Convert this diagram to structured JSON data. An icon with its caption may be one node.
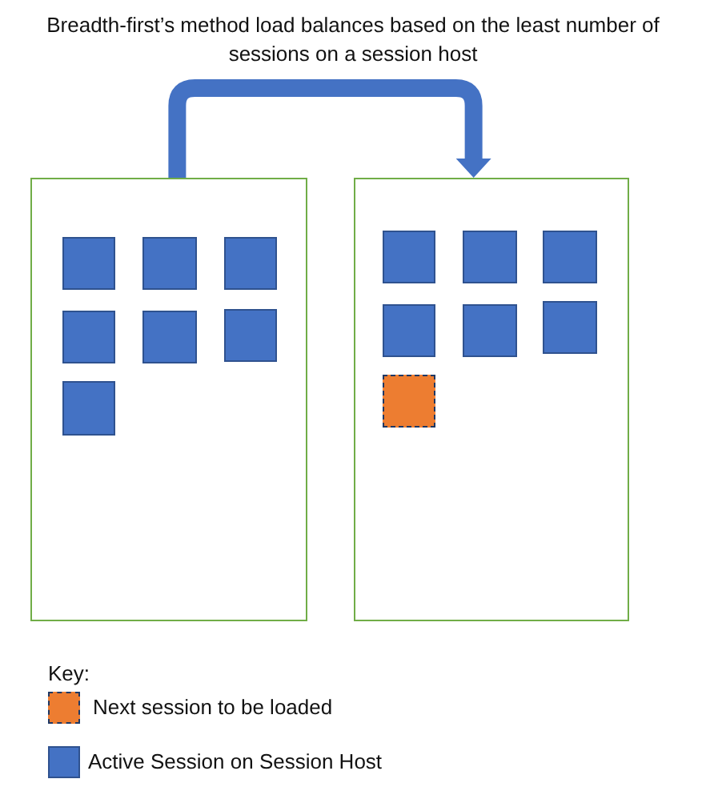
{
  "diagram": {
    "title": "Breadth-first’s method load balances based on the least number of sessions on a session host",
    "nodes": [
      {
        "text": [],
        "shape": "box"
      },
      {
        "text": [],
        "shape": "box",
        "in": 0
      },
      {
        "text": [],
        "shape": "box",
        "in": 0
      },
      {
        "text": [],
        "shape": "box",
        "in": 0
      },
      {
        "text": [],
        "shape": "box",
        "in": 0
      },
      {
        "text": [],
        "shape": "box",
        "in": 0
      },
      {
        "text": [],
        "shape": "box",
        "in": 0
      },
      {
        "text": [],
        "shape": "box",
        "in": 0
      },
      {
        "text": [],
        "shape": "box"
      },
      {
        "text": [],
        "shape": "box",
        "in": 8
      },
      {
        "text": [],
        "shape": "box",
        "in": 8
      },
      {
        "text": [],
        "shape": "box",
        "in": 8
      },
      {
        "text": [],
        "shape": "box",
        "in": 8
      },
      {
        "text": [],
        "shape": "box",
        "in": 8
      },
      {
        "text": [],
        "shape": "box",
        "in": 8
      },
      {
        "text": [],
        "shape": "box",
        "in": 8
      }
    ],
    "edges": [
      {
        "from": 0,
        "to": 8,
        "arrow": "to"
      }
    ],
    "labels": [
      "Key:"
    ],
    "legend": [
      {
        "text": "Next session to be loaded",
        "color": "#ed7d31"
      },
      {
        "text": "Active Session on Session Host",
        "color": "#4472c4"
      }
    ]
  }
}
